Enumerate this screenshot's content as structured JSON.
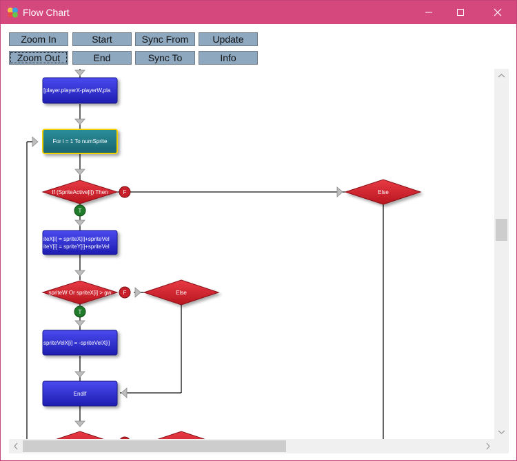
{
  "window": {
    "title": "Flow Chart",
    "minimize_icon": "minimize-icon",
    "maximize_icon": "maximize-icon",
    "close_icon": "close-icon",
    "titlebar_color": "#d5487e"
  },
  "toolbar": {
    "zoom_in": "Zoom In",
    "start": "Start",
    "sync_from": "Sync From",
    "update": "Update",
    "zoom_out": "Zoom Out",
    "end": "End",
    "sync_to": "Sync To",
    "info": "Info"
  },
  "flowchart": {
    "node1": "[player.playerX-playerW,pla",
    "loop": "For i = 1 To numSprite",
    "if1": "If (SpriteActive[i]) Then",
    "else1": "Else",
    "assign_line1": "iteX[i] = spriteX[i]+spriteVel",
    "assign_line2": "iteY[i] = spriteY[i]+spriteVel",
    "if2": "spriteW Or spriteX[i] > gw",
    "else2": "Else",
    "assign2": "spriteVelX[i] = -spriteVelX[i]",
    "endif": "EndIf",
    "true_badge": "T",
    "false_badge": "F"
  },
  "colors": {
    "process_node": "#2c2bd0",
    "loop_node": "#1f7a86",
    "loop_border": "#f5d000",
    "decision_node": "#d01f2a",
    "true_badge": "#1f7a2a",
    "false_badge": "#c8202a"
  }
}
